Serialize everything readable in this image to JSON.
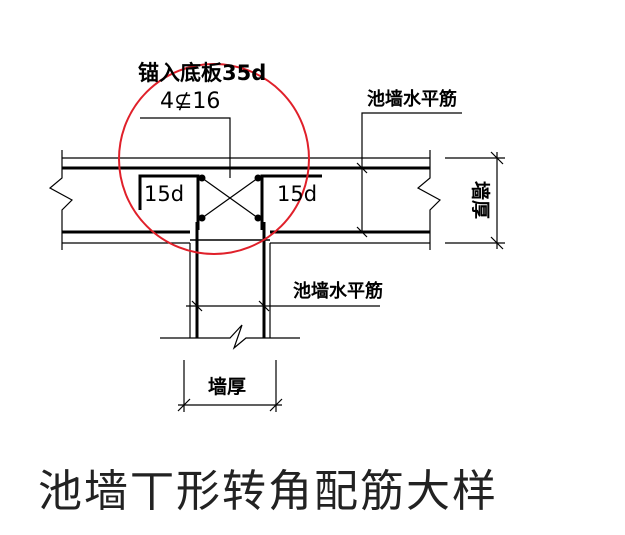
{
  "labels": {
    "anchor_note": "锚入底板35d",
    "bar_spec": "4⊈16",
    "wall_horizontal_bar_top": "池墙水平筋",
    "wall_horizontal_bar_branch": "池墙水平筋",
    "dev_length_left": "15d",
    "dev_length_right": "15d",
    "wall_thickness_right": "墙厚",
    "wall_thickness_bottom": "墙厚"
  },
  "title": "池墙丅形转角配筋大样",
  "colors": {
    "line": "#000000",
    "highlight_circle": "#e0202a"
  }
}
